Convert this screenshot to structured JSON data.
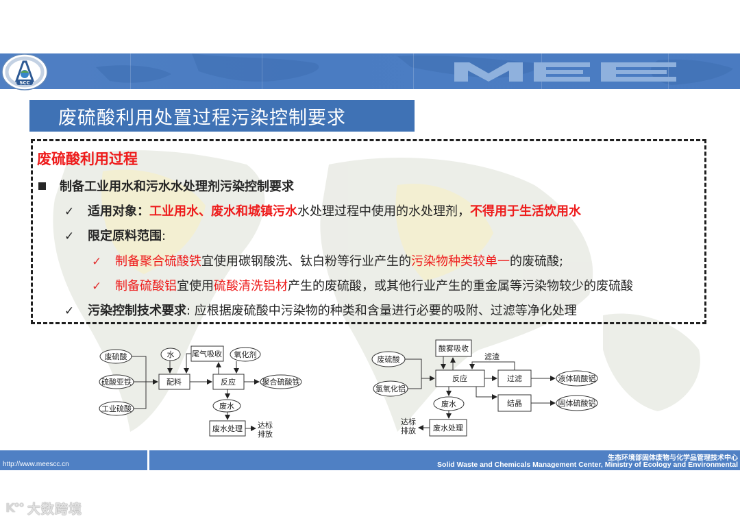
{
  "header": {
    "logo_text": "SCC",
    "banner_letters": "MEE"
  },
  "title": "废硫酸利用处置过程污染控制要求",
  "content": {
    "section_title": "废硫酸利用过程",
    "main_bullet": "制备工业用水和污水水处理剂污染控制要求",
    "items": [
      {
        "label": "适用对象：",
        "highlight1": "工业用水、废水和城镇污水",
        "text1": "水处理过程中使用的水处理剂，",
        "highlight2": "不得用于生活饮用水"
      },
      {
        "label": "限定原料范围",
        "suffix": ":"
      },
      {
        "highlight1": "制备聚合硫酸铁",
        "text1": "宜使用碳钢酸洗、钛白粉等行业产生的",
        "highlight2": "污染物种类较单一",
        "text2": "的废硫酸;"
      },
      {
        "highlight1": "制备硫酸铝",
        "text1": "宜使用",
        "highlight2": "硫酸清洗铝材",
        "text2": "产生的废硫酸，或其他行业产生的重金属等污染物较少的废硫酸"
      },
      {
        "label": "污染控制技术要求",
        "text1": ": 应根据废硫酸中污染物的种类和含量进行必要的吸附、过滤等净化处理"
      }
    ],
    "check_mark": "✓"
  },
  "diagram_ferric": {
    "inputs": [
      "废硫酸",
      "硫酸亚铁",
      "工业硫酸"
    ],
    "water": "水",
    "tail_gas": "尾气吸收",
    "oxidant": "氧化剂",
    "mixing": "配料",
    "reaction": "反应",
    "product": "聚合硫酸铁",
    "wastewater": "废水",
    "treatment": "废水处理",
    "discharge_1": "达标",
    "discharge_2": "排放"
  },
  "diagram_alum": {
    "inputs": [
      "废硫酸",
      "氢氧化铝"
    ],
    "acid_mist": "酸雾吸收",
    "residue": "滤渣",
    "reaction": "反应",
    "filtration": "过滤",
    "liquid_product": "液体硫酸铝",
    "crystallization": "结晶",
    "solid_product": "固体硫酸铝",
    "wastewater": "废水",
    "treatment": "废水处理",
    "discharge_1": "达标",
    "discharge_2": "排放"
  },
  "footer": {
    "url": "http://www.meescc.cn",
    "org_cn": "生态环境部固体废物与化学品管理技术中心",
    "org_en": "Solid Waste and Chemicals Management Center, Ministry of Ecology and Environmental"
  },
  "watermark": {
    "icon": "K°°",
    "text": "大数跨境"
  },
  "colors": {
    "banner_blue": "#4a7cc2",
    "title_blue": "#3f72b5",
    "highlight_red": "#ee1c1c",
    "text_dark": "#262626",
    "footer_blue": "#4f80c4"
  }
}
